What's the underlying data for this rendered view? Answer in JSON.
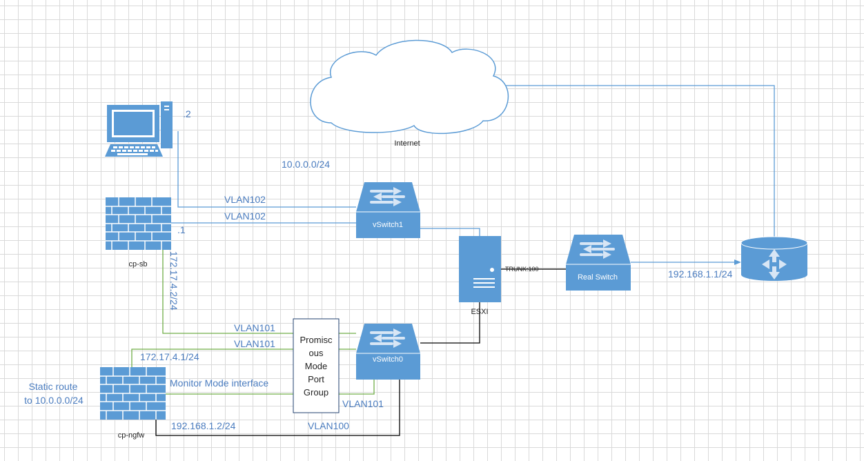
{
  "colors": {
    "device_blue": "#5b9bd5",
    "link_blue": "#5b9bd5",
    "link_green": "#70ad47",
    "link_black": "#000000",
    "label_blue": "#4a7cbf"
  },
  "cloud": {
    "label": "Internet",
    "icon": "cloud-icon"
  },
  "pc": {
    "icon": "desktop-computer-icon",
    "ip_label": ".2"
  },
  "subnet_label": "10.0.0.0/24",
  "cp_sb": {
    "label": "cp-sb",
    "icon": "firewall-icon",
    "ip_label": ".1",
    "vertical_ip": "172.17.4.2/24"
  },
  "vswitch1": {
    "label": "vSwitch1",
    "icon": "switch-icon"
  },
  "vswitch0": {
    "label": "vSwitch0",
    "icon": "switch-icon"
  },
  "esxi": {
    "label": "ESXI",
    "icon": "server-icon"
  },
  "real_switch": {
    "label": "Real Switch",
    "icon": "switch-icon"
  },
  "router": {
    "icon": "router-icon",
    "ip_label": "192.168.1.1/24"
  },
  "trunk_label": "TRUNK:100",
  "cp_ngfw": {
    "label": "cp-ngfw",
    "icon": "firewall-icon",
    "static_route": [
      "Static route",
      "to 10.0.0.0/24"
    ],
    "ip_label_top": "172.17.4.1/24",
    "monitor_label": "Monitor Mode interface",
    "ip_label_bottom": "192.168.1.2/24"
  },
  "vlan_labels": {
    "pc_to_vswitch1": "VLAN102",
    "sb_to_vswitch1": "VLAN102",
    "sb_to_vswitch0": "VLAN101",
    "ngfw_to_vswitch0": "VLAN101",
    "monitor_to_vswitch0": "VLAN101",
    "ngfw_to_vswitch0_bottom": "VLAN100"
  },
  "port_group": {
    "lines": [
      "Promisc",
      "ous",
      "Mode",
      "Port",
      "Group"
    ]
  }
}
